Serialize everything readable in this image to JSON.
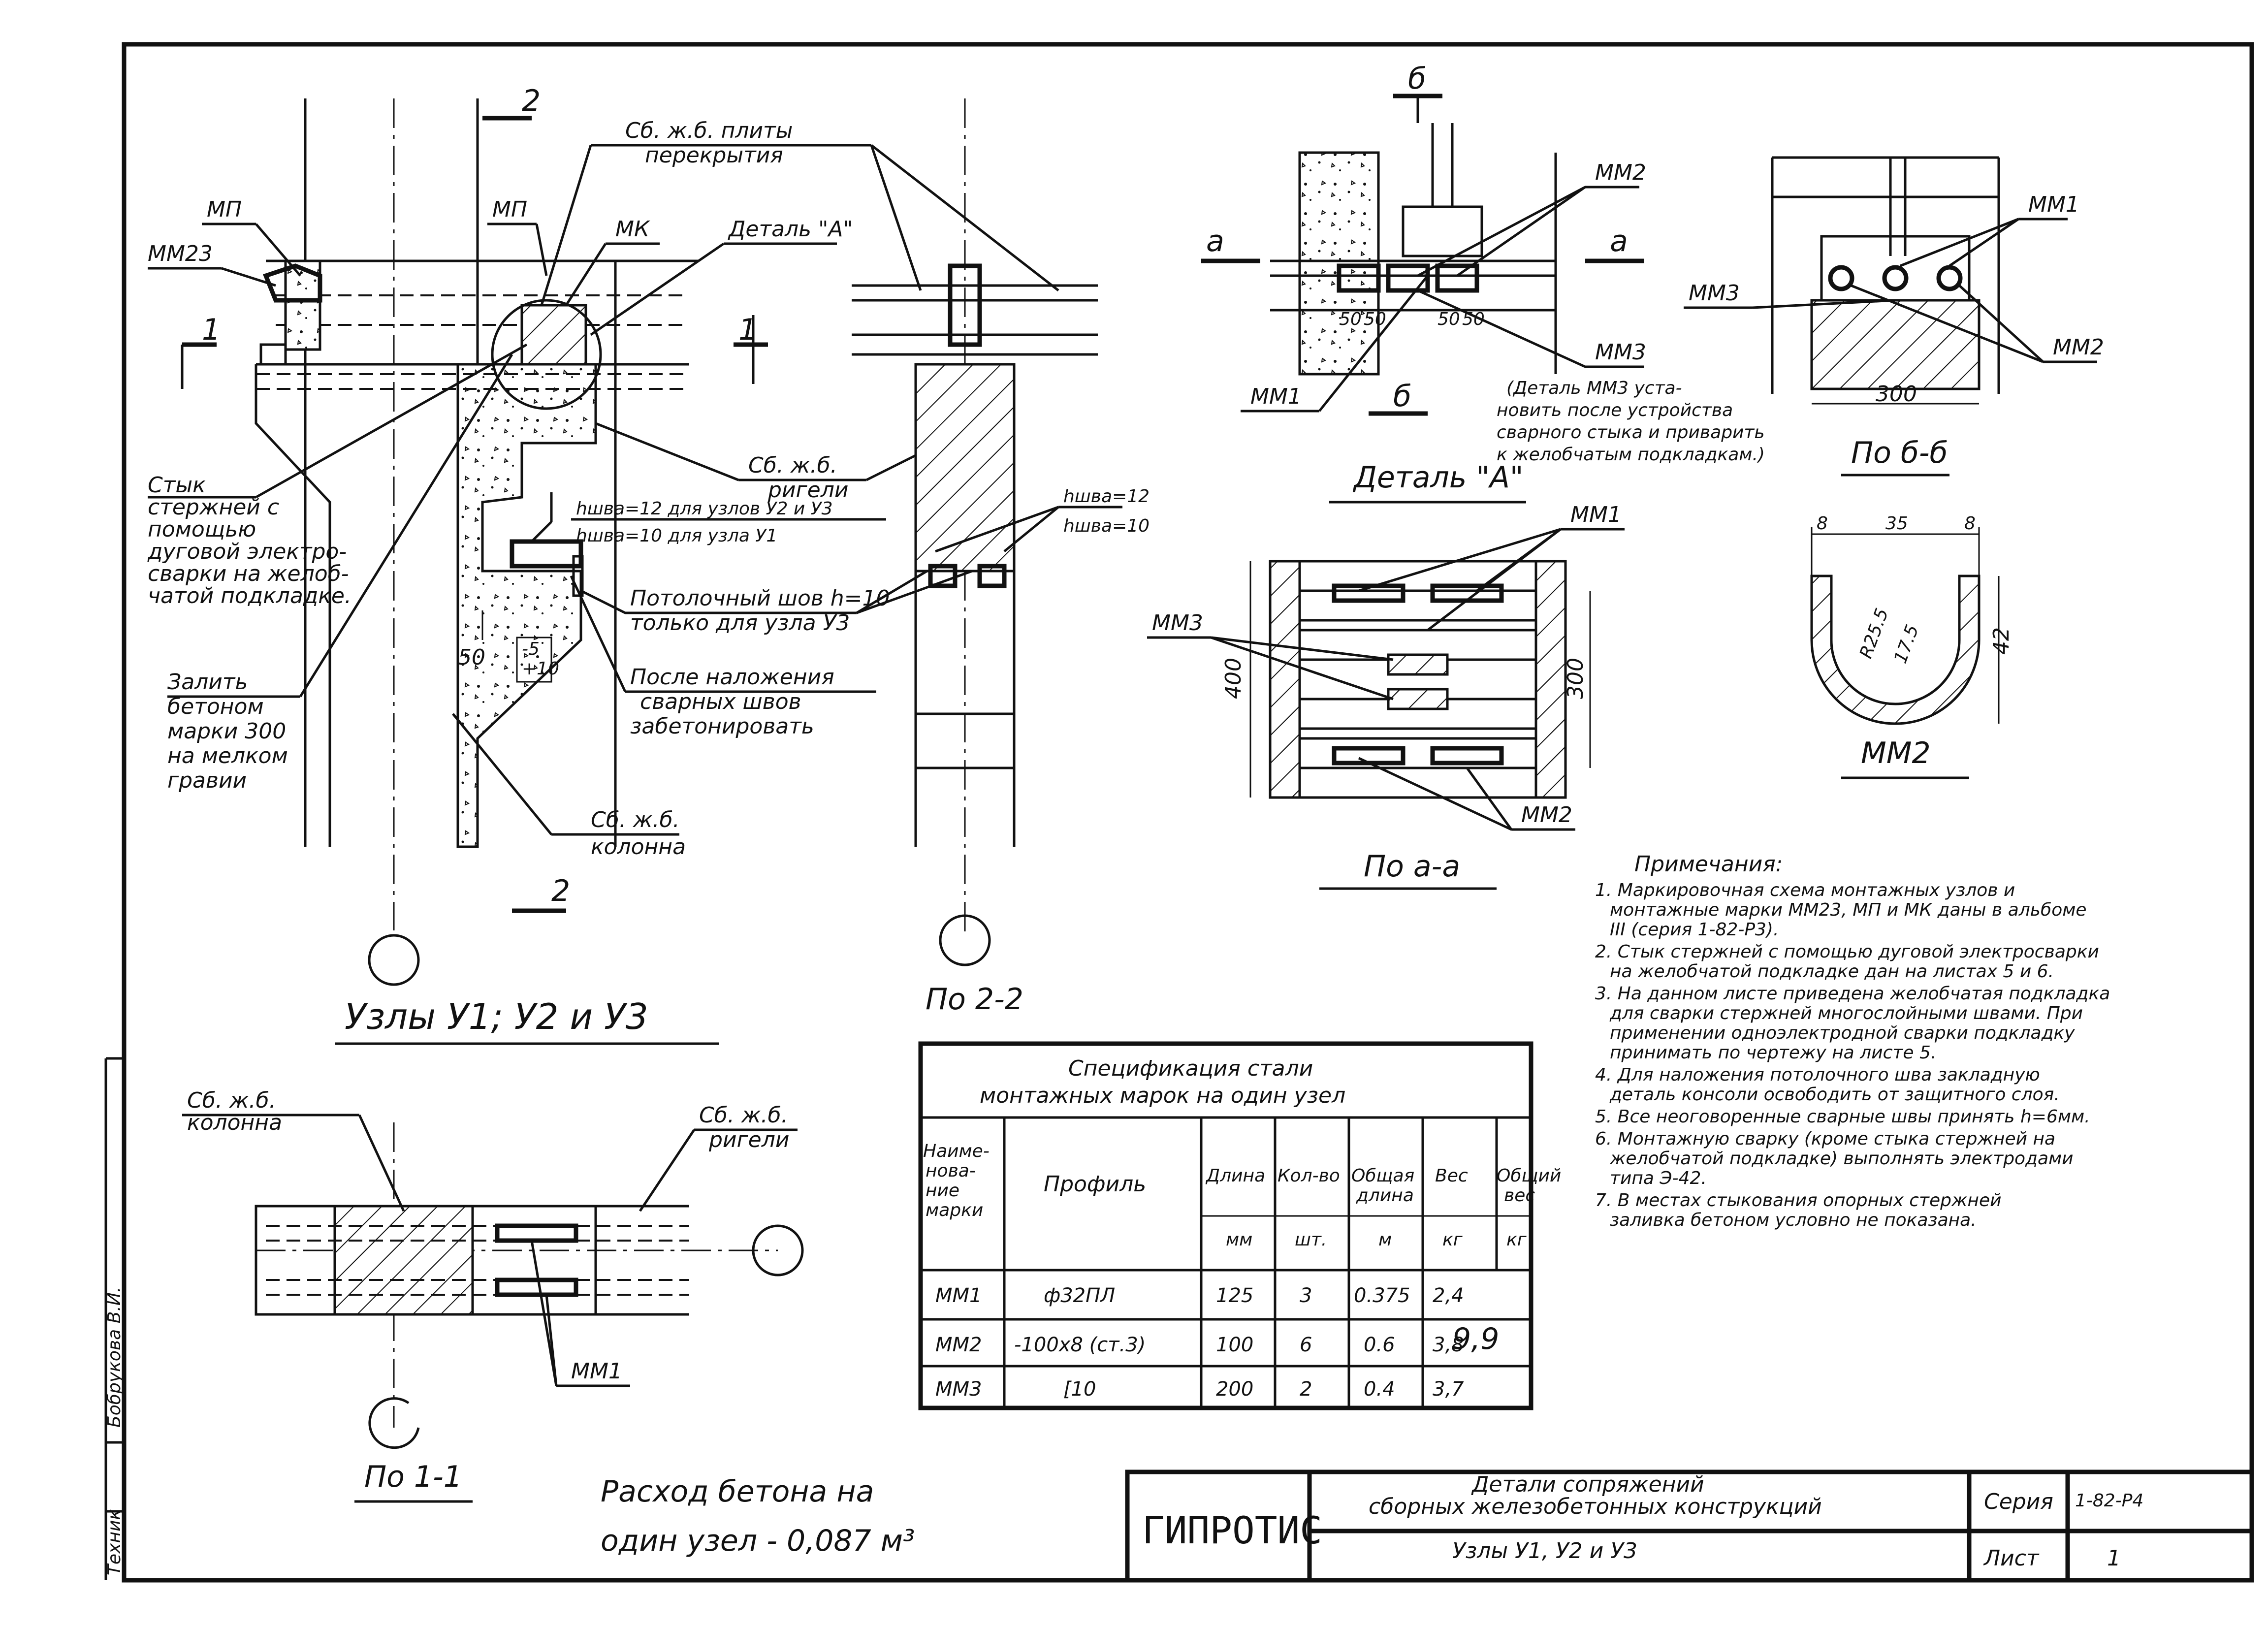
{
  "main_view": {
    "title": "Узлы У1;  У2 и У3",
    "labels": {
      "mp_left": "МП",
      "mm23": "ММ23",
      "mp": "МП",
      "mk": "МК",
      "slab_1": "Сб. ж.б. плиты",
      "slab_2": "перекрытия",
      "detail_a": "Деталь \"А\"",
      "joint_1": "Стык",
      "joint_2": "стержней с",
      "joint_3": "помощью",
      "joint_4": "дуговой электро-",
      "joint_5": "сварки на желоб-",
      "joint_6": "чатой подкладке.",
      "fill_1": "Залить",
      "fill_2": "бетоном",
      "fill_3": "марки 300",
      "fill_4": "на мелком",
      "fill_5": "гравии",
      "beam_1": "Сб. ж.б.",
      "beam_2": "ригели",
      "hweld_1": "hшва=12 для узлов У2 и У3",
      "hweld_2": "hшва=10 для узла У1",
      "ceil_1": "Потолочный шов h=10",
      "ceil_2": "только для узла У3",
      "after_1": "После наложения",
      "after_2": "сварных швов",
      "after_3": "забетонировать",
      "col_1": "Сб. ж.б.",
      "col_2": "колонна",
      "dim_50": "50",
      "dim_pm_a": "-5",
      "dim_pm_b": "+10",
      "sec_1": "1",
      "sec_1b": "1",
      "sec_2": "2",
      "sec_2b": "2"
    }
  },
  "section_22": {
    "title": "По 2-2",
    "hweld_1": "hшва=12",
    "hweld_2": "hшва=10"
  },
  "detail_a": {
    "title": "Деталь \"А\"",
    "mm2": "ММ2",
    "mm3": "ММ3",
    "mm1": "ММ1",
    "sec_a": "а",
    "sec_a2": "а",
    "sec_b": "б",
    "sec_b2": "б",
    "dims": [
      "50",
      "50",
      "50",
      "50"
    ],
    "note_1": "(Деталь ММ3 уста-",
    "note_2": "новить после устройства",
    "note_3": "сварного стыка и приварить",
    "note_4": "к желобчатым подкладкам.)"
  },
  "section_bb": {
    "title": "По б-б",
    "mm1": "ММ1",
    "mm3": "ММ3",
    "mm2": "ММ2",
    "dim_300": "300"
  },
  "section_aa": {
    "title": "По а-а",
    "mm1": "ММ1",
    "mm3": "ММ3",
    "mm2": "ММ2",
    "dim_400": "400",
    "dim_300": "300"
  },
  "mm2_profile": {
    "title": "ММ2",
    "dim_8a": "8",
    "dim_35": "35",
    "dim_8b": "8",
    "dim_42": "42",
    "dim_r": "R25.5",
    "dim_r2": "17.5"
  },
  "section_11": {
    "title": "По 1-1",
    "col_1": "Сб. ж.б.",
    "col_2": "колонна",
    "beam_1": "Сб. ж.б.",
    "beam_2": "ригели",
    "mm1": "ММ1"
  },
  "concrete": {
    "line1": "Расход  бетона  на",
    "line2": "один  узел  - 0,087 м³"
  },
  "notes": {
    "title": "Примечания:",
    "lines": [
      "1. Маркировочная схема монтажных узлов и",
      "монтажные марки ММ23, МП и МК даны в альбоме",
      "III (серия 1-82-Р3).",
      "2. Стык стержней с помощью дуговой электросварки",
      "на желобчатой подкладке дан на листах 5 и 6.",
      "3. На данном листе приведена желобчатая подкладка",
      "для сварки стержней многослойными швами. При",
      "применении одноэлектродной сварки подкладку",
      "принимать по чертежу на листе 5.",
      "4. Для наложения потолочного шва закладную",
      "деталь консоли освободить от защитного слоя.",
      "5. Все неоговоренные сварные швы принять h=6мм.",
      "6. Монтажную сварку (кроме стыка стержней на",
      "желобчатой подкладке) выполнять электродами",
      "типа Э-42.",
      "7. В местах стыкования опорных стержней",
      "заливка бетоном условно не показана."
    ]
  },
  "spec_table": {
    "title_1": "Спецификация  стали",
    "title_2": "монтажных  марок  на один узел",
    "headers": {
      "name": [
        "Наиме-",
        "нова-",
        "ние",
        "марки"
      ],
      "profile": "Профиль",
      "length": "Длина",
      "length_unit": "мм",
      "qty": "Кол-во",
      "qty_unit": "шт.",
      "total_len": [
        "Общая",
        "длина"
      ],
      "total_len_unit": "м",
      "weight": "Вес",
      "weight_unit": "кг",
      "total_w": [
        "Общий",
        "вес"
      ],
      "total_w_unit": "кг"
    },
    "rows": [
      {
        "mark": "ММ1",
        "profile": "ф32ПЛ",
        "length": "125",
        "qty": "3",
        "total_len": "0.375",
        "weight": "2,4"
      },
      {
        "mark": "ММ2",
        "profile": "-100х8 (ст.3)",
        "length": "100",
        "qty": "6",
        "total_len": "0.6",
        "weight": "3,8"
      },
      {
        "mark": "ММ3",
        "profile": "[10",
        "length": "200",
        "qty": "2",
        "total_len": "0.4",
        "weight": "3,7"
      }
    ],
    "total_weight": "9,9"
  },
  "title_block": {
    "org": "ГИПРОТИС",
    "title_1": "Детали  сопряжений",
    "title_2": "сборных  железобетонных  конструкций",
    "title_3": "Узлы  У1,  У2  и  У3",
    "series_label": "Серия",
    "series_value": "1-82-Р4",
    "sheet_label": "Лист",
    "sheet_value": "1"
  },
  "side_stamp": {
    "role": "Техник",
    "name": "Бобрукова В.И."
  }
}
